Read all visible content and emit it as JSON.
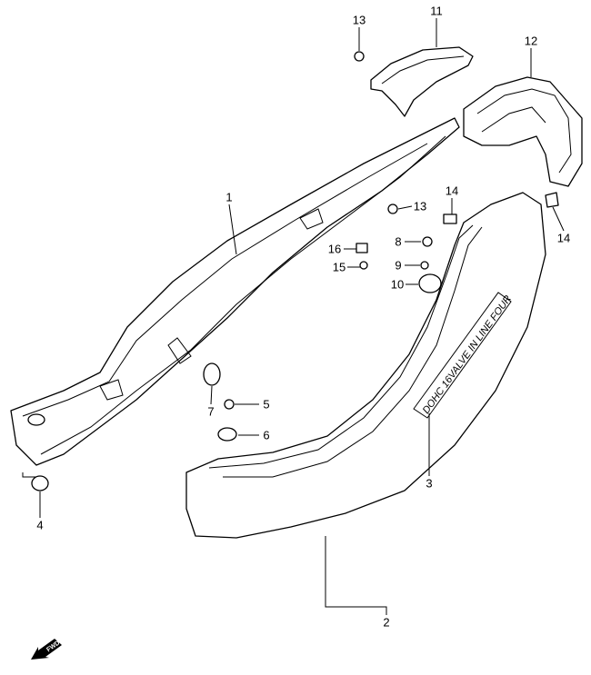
{
  "diagram": {
    "callouts": [
      {
        "id": "c13a",
        "text": "13"
      },
      {
        "id": "c11",
        "text": "11"
      },
      {
        "id": "c12",
        "text": "12"
      },
      {
        "id": "c1",
        "text": "1"
      },
      {
        "id": "c13b",
        "text": "13"
      },
      {
        "id": "c14a",
        "text": "14"
      },
      {
        "id": "c14b",
        "text": "14"
      },
      {
        "id": "c8",
        "text": "8"
      },
      {
        "id": "c16",
        "text": "16"
      },
      {
        "id": "c9",
        "text": "9"
      },
      {
        "id": "c15",
        "text": "15"
      },
      {
        "id": "c10",
        "text": "10"
      },
      {
        "id": "c5",
        "text": "5"
      },
      {
        "id": "c7",
        "text": "7"
      },
      {
        "id": "c6",
        "text": "6"
      },
      {
        "id": "c4",
        "text": "4"
      },
      {
        "id": "c3",
        "text": "3"
      },
      {
        "id": "c2",
        "text": "2"
      }
    ],
    "decal_text": "DOHC 16VALVE IN LINE FOUR",
    "fwd_arrow_text": "FWD"
  }
}
